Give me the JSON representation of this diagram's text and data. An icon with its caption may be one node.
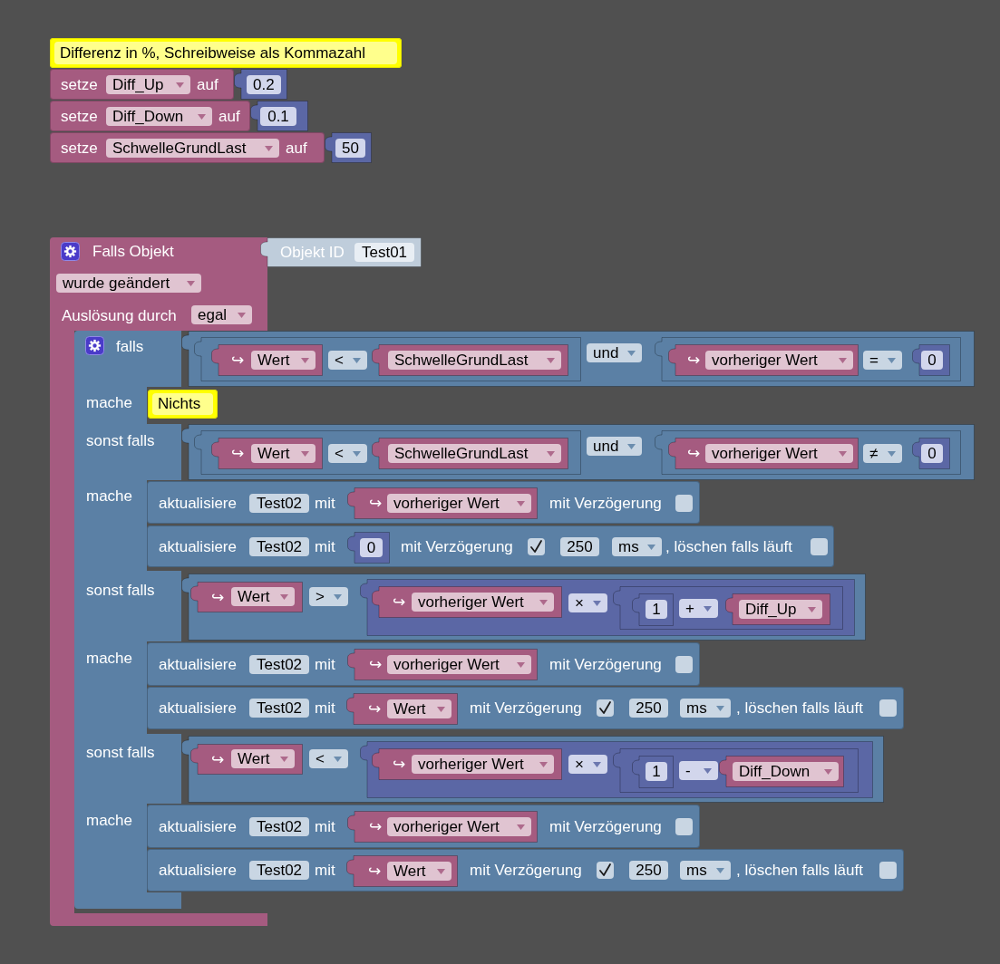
{
  "diagram": {
    "nodes": [
      {
        "text": [
          "Differenz in %, Schreibweise als Kommazahl"
        ]
      },
      {
        "text": [
          "setze",
          "Diff_Up",
          "auf"
        ]
      },
      {
        "text": [
          "0.2"
        ]
      },
      {
        "text": [
          "setze",
          "Diff_Down",
          "auf"
        ]
      },
      {
        "text": [
          "0.1"
        ]
      },
      {
        "text": [
          "setze",
          "SchwelleGrundLast",
          "auf"
        ]
      },
      {
        "text": [
          "50"
        ]
      },
      {
        "text": [
          "Falls Objekt",
          "wurde geändert",
          "Auslösung durch",
          "egal"
        ]
      },
      {
        "text": [
          "Objekt ID",
          "Test01"
        ]
      },
      {
        "text": [
          "falls",
          "mache",
          "sonst falls",
          "mache",
          "sonst falls",
          "mache",
          "sonst falls",
          "mache"
        ],
        "in": 7
      },
      {
        "text": [
          "und"
        ]
      },
      {
        "text": [
          "<"
        ],
        "in": 10
      },
      {
        "text": [
          "↪",
          "Wert"
        ],
        "in": 11
      },
      {
        "text": [
          "SchwelleGrundLast"
        ],
        "in": 11
      },
      {
        "text": [
          "="
        ],
        "in": 10
      },
      {
        "text": [
          "↪",
          "vorheriger Wert"
        ],
        "in": 14
      },
      {
        "text": [
          "0"
        ],
        "in": 14
      },
      {
        "text": [
          "Nichts"
        ]
      },
      {
        "text": [
          "und"
        ]
      },
      {
        "text": [
          "<"
        ],
        "in": 18
      },
      {
        "text": [
          "↪",
          "Wert"
        ],
        "in": 19
      },
      {
        "text": [
          "SchwelleGrundLast"
        ],
        "in": 19
      },
      {
        "text": [
          "≠"
        ],
        "in": 18
      },
      {
        "text": [
          "↪",
          "vorheriger Wert"
        ],
        "in": 22
      },
      {
        "text": [
          "0"
        ],
        "in": 22
      },
      {
        "text": [
          "aktualisiere",
          "Test02",
          "mit",
          "mit Verzögerung"
        ]
      },
      {
        "text": [
          "↪",
          "vorheriger Wert"
        ],
        "in": 25
      },
      {
        "text": [
          "aktualisiere",
          "Test02",
          "mit",
          "mit Verzögerung",
          "250",
          "ms",
          ", löschen falls läuft"
        ]
      },
      {
        "text": [
          "0"
        ],
        "in": 27
      },
      {
        "text": [
          ">"
        ]
      },
      {
        "text": [
          "↪",
          "Wert"
        ],
        "in": 29
      },
      {
        "text": [
          "×"
        ],
        "in": 29
      },
      {
        "text": [
          "↪",
          "vorheriger Wert"
        ],
        "in": 31
      },
      {
        "text": [
          "+"
        ],
        "in": 31
      },
      {
        "text": [
          "1"
        ],
        "in": 33
      },
      {
        "text": [
          "Diff_Up"
        ],
        "in": 33
      },
      {
        "text": [
          "aktualisiere",
          "Test02",
          "mit",
          "mit Verzögerung"
        ]
      },
      {
        "text": [
          "↪",
          "vorheriger Wert"
        ],
        "in": 36
      },
      {
        "text": [
          "aktualisiere",
          "Test02",
          "mit",
          "mit Verzögerung",
          "250",
          "ms",
          ", löschen falls läuft"
        ]
      },
      {
        "text": [
          "↪",
          "Wert"
        ],
        "in": 38
      },
      {
        "text": [
          "<"
        ]
      },
      {
        "text": [
          "↪",
          "Wert"
        ],
        "in": 40
      },
      {
        "text": [
          "×"
        ],
        "in": 40
      },
      {
        "text": [
          "↪",
          "vorheriger Wert"
        ],
        "in": 42
      },
      {
        "text": [
          "-"
        ],
        "in": 42
      },
      {
        "text": [
          "1"
        ],
        "in": 44
      },
      {
        "text": [
          "Diff_Down"
        ],
        "in": 44
      },
      {
        "text": [
          "aktualisiere",
          "Test02",
          "mit",
          "mit Verzögerung"
        ]
      },
      {
        "text": [
          "↪",
          "vorheriger Wert"
        ],
        "in": 47
      },
      {
        "text": [
          "aktualisiere",
          "Test02",
          "mit",
          "mit Verzögerung",
          "250",
          "ms",
          ", löschen falls läuft"
        ]
      },
      {
        "text": [
          "↪",
          "Wert"
        ],
        "in": 49
      }
    ]
  }
}
